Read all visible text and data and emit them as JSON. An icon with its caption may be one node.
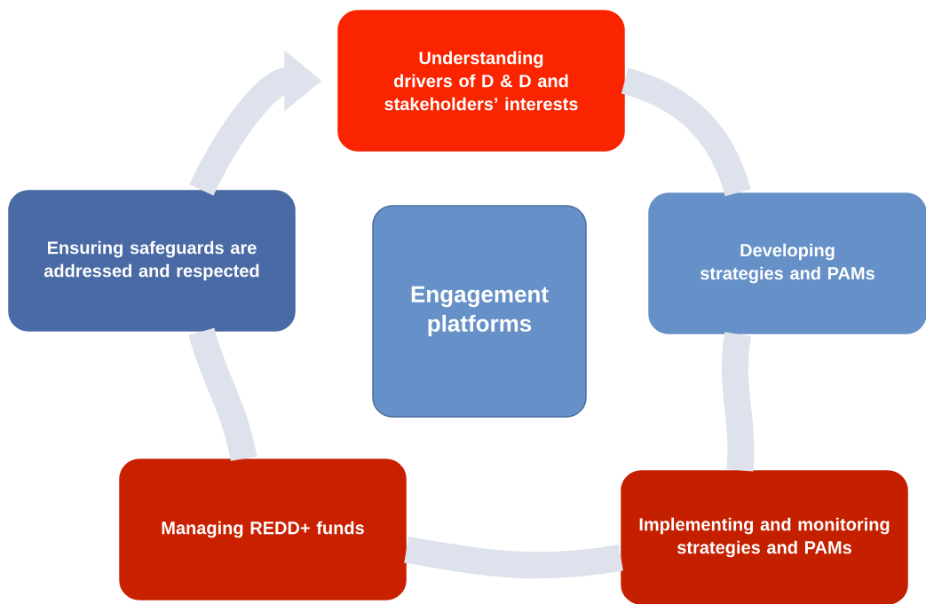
{
  "diagram": {
    "nodes": [
      {
        "text": [
          "Understanding drivers of D & D and stakeholders’ interests"
        ]
      },
      {
        "text": [
          "Ensuring safeguards are addressed and respected"
        ]
      },
      {
        "text": [
          "Engagement platforms"
        ]
      },
      {
        "text": [
          "Developing strategies and PAMs"
        ]
      },
      {
        "text": [
          "Managing REDD+ funds"
        ]
      },
      {
        "text": [
          "Implementing and monitoring strategies and PAMs"
        ]
      }
    ],
    "edges": [
      {
        "from": 0,
        "to": 3,
        "arrow": "none"
      },
      {
        "from": 3,
        "to": 5,
        "arrow": "none"
      },
      {
        "from": 5,
        "to": 4,
        "arrow": "none"
      },
      {
        "from": 4,
        "to": 1,
        "arrow": "none"
      },
      {
        "from": 1,
        "to": 0,
        "arrow": "to"
      }
    ]
  }
}
